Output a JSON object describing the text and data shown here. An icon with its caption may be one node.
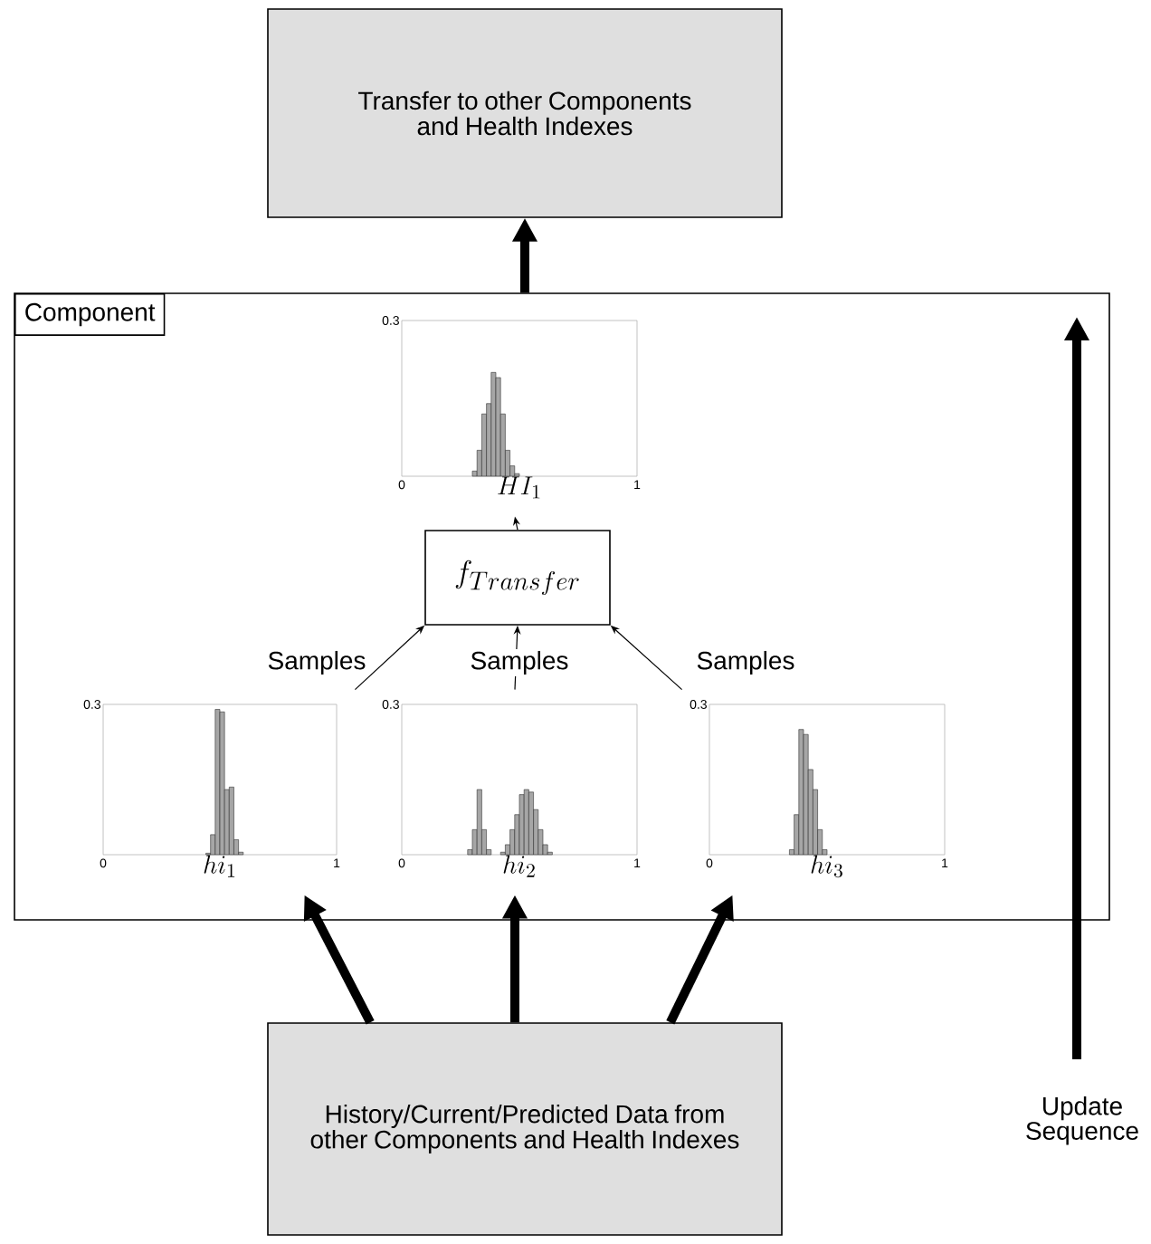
{
  "diagram": {
    "nodes": [
      {
        "text": [
          "Transfer to other Components and Health Indexes"
        ]
      },
      {
        "text": [
          "Component"
        ]
      },
      {
        "text": [
          "0.3",
          "0",
          "HI_1",
          "1"
        ],
        "in": 1
      },
      {
        "text": [
          "f_{Transfer}"
        ],
        "in": 1
      },
      {
        "text": [
          "0.3",
          "0",
          "hi_1",
          "1"
        ],
        "in": 1
      },
      {
        "text": [
          "0.3",
          "0",
          "hi_2",
          "1"
        ],
        "in": 1
      },
      {
        "text": [
          "0.3",
          "0",
          "hi_3",
          "1"
        ],
        "in": 1
      },
      {
        "text": [
          "History/Current/Predicted Data from other Components and Health Indexes"
        ]
      }
    ],
    "edges": [
      {
        "from": 1,
        "to": 0,
        "arrow": "to",
        "style": "thick"
      },
      {
        "from": 3,
        "to": 2,
        "arrow": "to"
      },
      {
        "from": 4,
        "to": 3,
        "arrow": "to",
        "label": "Samples"
      },
      {
        "from": 5,
        "to": 3,
        "arrow": "to",
        "label": "Samples"
      },
      {
        "from": 6,
        "to": 3,
        "arrow": "to",
        "label": "Samples"
      },
      {
        "from": 7,
        "to": 4,
        "arrow": "to",
        "style": "thick"
      },
      {
        "from": 7,
        "to": 5,
        "arrow": "to",
        "style": "thick"
      },
      {
        "from": 7,
        "to": 6,
        "arrow": "to",
        "style": "thick"
      }
    ],
    "labels": [
      "Update Sequence"
    ]
  }
}
